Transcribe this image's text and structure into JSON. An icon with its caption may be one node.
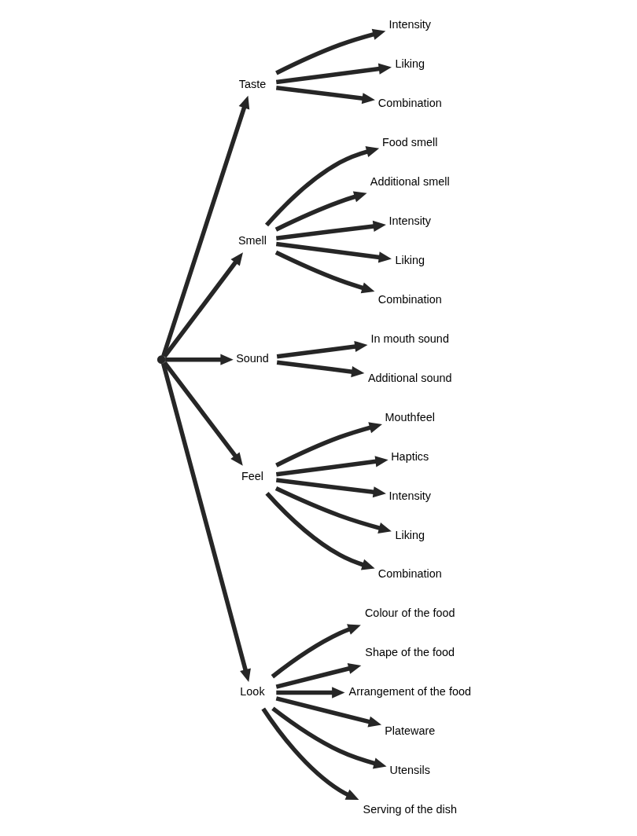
{
  "diagram": {
    "nodes": [
      {
        "text": [],
        "shape": "point"
      },
      {
        "text": [
          "Taste"
        ]
      },
      {
        "text": [
          "Intensity"
        ]
      },
      {
        "text": [
          "Liking"
        ]
      },
      {
        "text": [
          "Combination"
        ]
      },
      {
        "text": [
          "Smell"
        ]
      },
      {
        "text": [
          "Food smell"
        ]
      },
      {
        "text": [
          "Additional smell"
        ]
      },
      {
        "text": [
          "Intensity"
        ]
      },
      {
        "text": [
          "Liking"
        ]
      },
      {
        "text": [
          "Combination"
        ]
      },
      {
        "text": [
          "Sound"
        ]
      },
      {
        "text": [
          "In mouth sound"
        ]
      },
      {
        "text": [
          "Additional sound"
        ]
      },
      {
        "text": [
          "Feel"
        ]
      },
      {
        "text": [
          "Mouthfeel"
        ]
      },
      {
        "text": [
          "Haptics"
        ]
      },
      {
        "text": [
          "Intensity"
        ]
      },
      {
        "text": [
          "Liking"
        ]
      },
      {
        "text": [
          "Combination"
        ]
      },
      {
        "text": [
          "Look"
        ]
      },
      {
        "text": [
          "Colour of the food"
        ]
      },
      {
        "text": [
          "Shape of the food"
        ]
      },
      {
        "text": [
          "Arrangement of the food"
        ]
      },
      {
        "text": [
          "Plateware"
        ]
      },
      {
        "text": [
          "Utensils"
        ]
      },
      {
        "text": [
          "Serving of the dish"
        ]
      }
    ],
    "edges": [
      {
        "from": 0,
        "to": 1,
        "arrow": "to"
      },
      {
        "from": 1,
        "to": 2,
        "arrow": "to"
      },
      {
        "from": 1,
        "to": 3,
        "arrow": "to"
      },
      {
        "from": 1,
        "to": 4,
        "arrow": "to"
      },
      {
        "from": 0,
        "to": 5,
        "arrow": "to"
      },
      {
        "from": 5,
        "to": 6,
        "arrow": "to"
      },
      {
        "from": 5,
        "to": 7,
        "arrow": "to"
      },
      {
        "from": 5,
        "to": 8,
        "arrow": "to"
      },
      {
        "from": 5,
        "to": 9,
        "arrow": "to"
      },
      {
        "from": 5,
        "to": 10,
        "arrow": "to"
      },
      {
        "from": 0,
        "to": 11,
        "arrow": "to"
      },
      {
        "from": 11,
        "to": 12,
        "arrow": "to"
      },
      {
        "from": 11,
        "to": 13,
        "arrow": "to"
      },
      {
        "from": 0,
        "to": 14,
        "arrow": "to"
      },
      {
        "from": 14,
        "to": 15,
        "arrow": "to"
      },
      {
        "from": 14,
        "to": 16,
        "arrow": "to"
      },
      {
        "from": 14,
        "to": 17,
        "arrow": "to"
      },
      {
        "from": 14,
        "to": 18,
        "arrow": "to"
      },
      {
        "from": 14,
        "to": 19,
        "arrow": "to"
      },
      {
        "from": 0,
        "to": 20,
        "arrow": "to"
      },
      {
        "from": 20,
        "to": 21,
        "arrow": "to"
      },
      {
        "from": 20,
        "to": 22,
        "arrow": "to"
      },
      {
        "from": 20,
        "to": 23,
        "arrow": "to"
      },
      {
        "from": 20,
        "to": 24,
        "arrow": "to"
      },
      {
        "from": 20,
        "to": 25,
        "arrow": "to"
      },
      {
        "from": 20,
        "to": 26,
        "arrow": "to"
      }
    ]
  }
}
